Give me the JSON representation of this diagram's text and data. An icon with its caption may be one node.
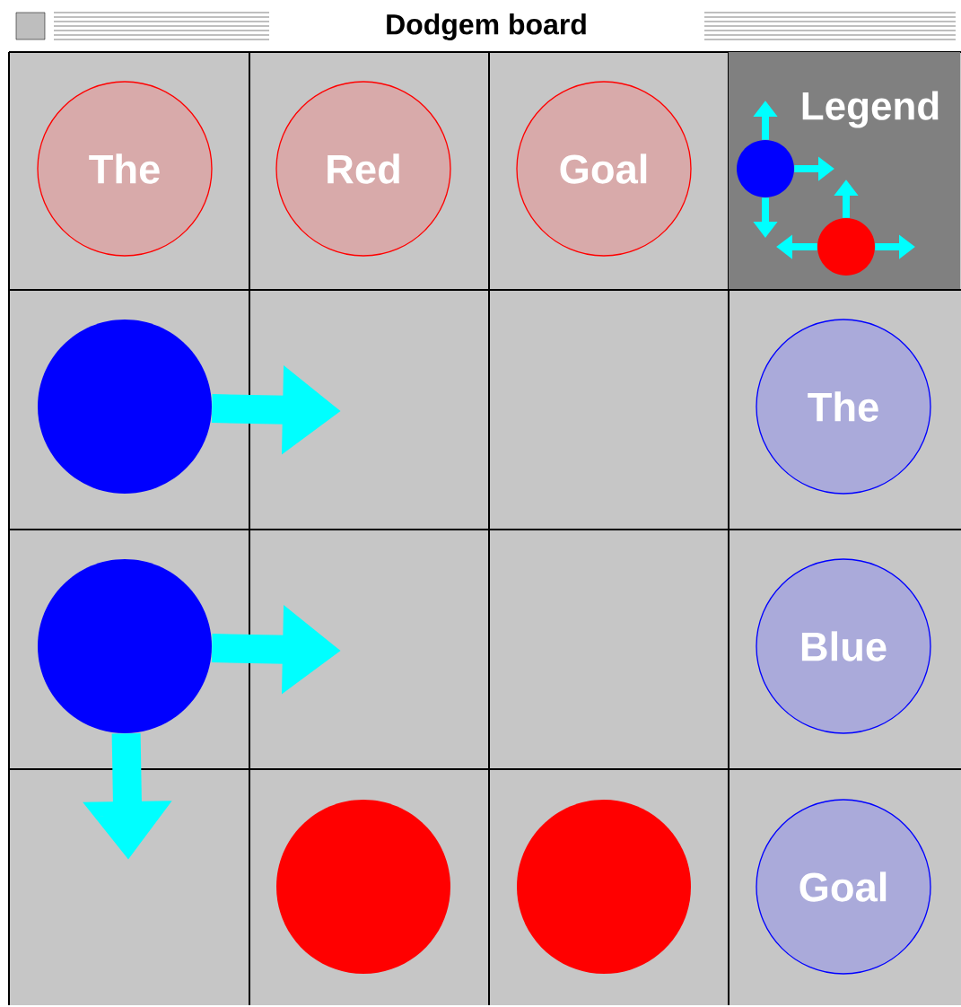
{
  "diagram": {
    "title": "Dodgem board",
    "nodes": [
      {
        "text": [
          "The"
        ]
      },
      {
        "text": [
          "Red"
        ]
      },
      {
        "text": [
          "Goal"
        ]
      },
      {
        "text": [
          "Legend"
        ]
      },
      {
        "text": [],
        "shape": "circle",
        "in": 3
      },
      {
        "text": [],
        "shape": "circle",
        "in": 3
      },
      {
        "text": [],
        "shape": "circle"
      },
      {
        "text": [
          "The"
        ]
      },
      {
        "text": [],
        "shape": "circle"
      },
      {
        "text": [
          "Blue"
        ]
      },
      {
        "text": [],
        "shape": "circle"
      },
      {
        "text": [],
        "shape": "circle"
      },
      {
        "text": [
          "Goal"
        ]
      }
    ],
    "edges": [
      {
        "from": 6,
        "to": null,
        "arrow": "to",
        "style": "thick"
      },
      {
        "from": 8,
        "to": null,
        "arrow": "to",
        "style": "thick"
      },
      {
        "from": 8,
        "to": null,
        "arrow": "to",
        "style": "thick"
      },
      {
        "from": 4,
        "to": null,
        "arrow": "to"
      },
      {
        "from": 4,
        "to": null,
        "arrow": "to"
      },
      {
        "from": 4,
        "to": null,
        "arrow": "to"
      },
      {
        "from": 5,
        "to": null,
        "arrow": "to"
      },
      {
        "from": 5,
        "to": null,
        "arrow": "to"
      },
      {
        "from": 5,
        "to": null,
        "arrow": "to"
      }
    ]
  }
}
